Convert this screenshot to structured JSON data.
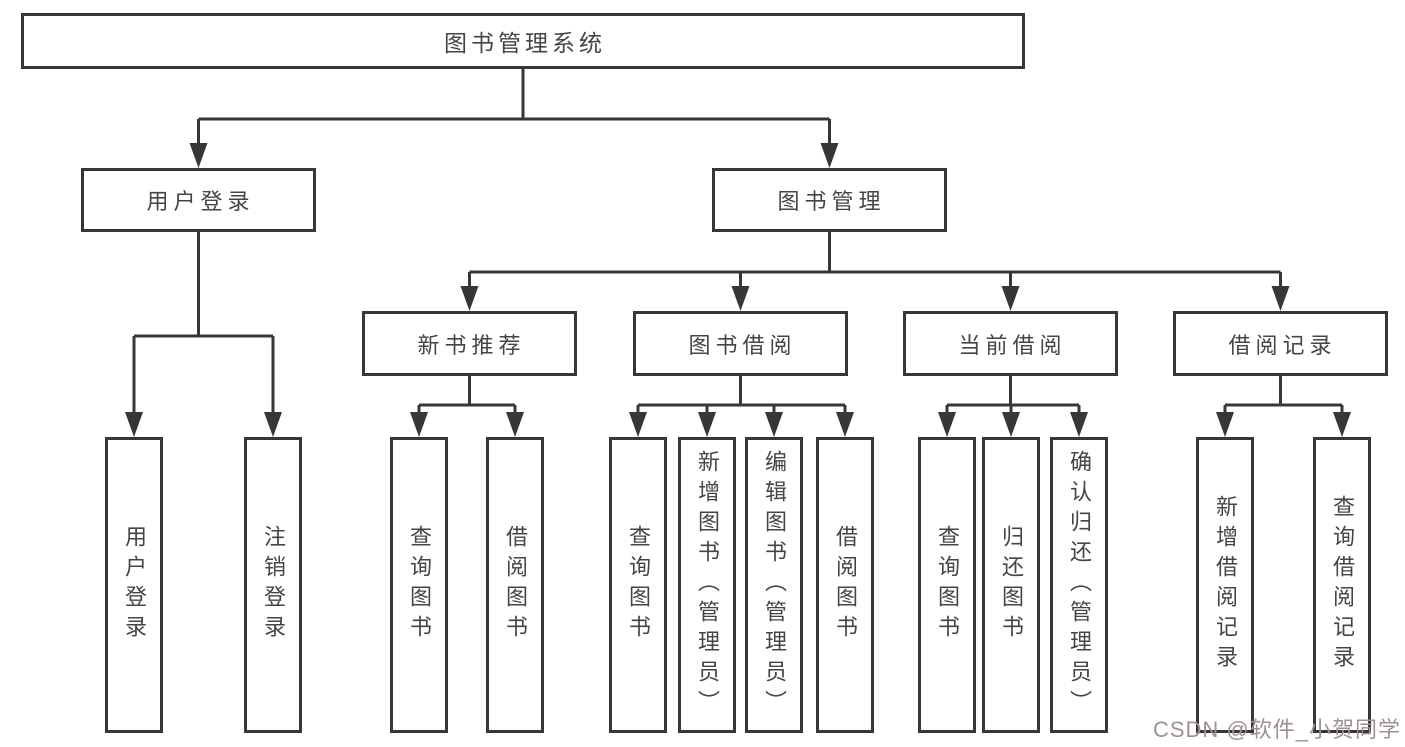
{
  "diagram": {
    "root": {
      "label": "图书管理系统"
    },
    "login": {
      "label": "用户登录",
      "children": [
        {
          "label": "用户登录"
        },
        {
          "label": "注销登录"
        }
      ]
    },
    "management": {
      "label": "图书管理",
      "groups": [
        {
          "label": "新书推荐",
          "children": [
            {
              "label": "查询图书"
            },
            {
              "label": "借阅图书"
            }
          ]
        },
        {
          "label": "图书借阅",
          "children": [
            {
              "label": "查询图书"
            },
            {
              "label": "新增图书（管理员）"
            },
            {
              "label": "编辑图书（管理员）"
            },
            {
              "label": "借阅图书"
            }
          ]
        },
        {
          "label": "当前借阅",
          "children": [
            {
              "label": "查询图书"
            },
            {
              "label": "归还图书"
            },
            {
              "label": "确认归还（管理员）"
            }
          ]
        },
        {
          "label": "借阅记录",
          "children": [
            {
              "label": "新增借阅记录"
            },
            {
              "label": "查询借阅记录"
            }
          ]
        }
      ]
    }
  },
  "watermark": {
    "text": "CSDN @软件_小贺同学"
  },
  "colors": {
    "line": "#373737",
    "text": "#454545",
    "watermark": "#9c9292",
    "bg": "#ffffff"
  }
}
